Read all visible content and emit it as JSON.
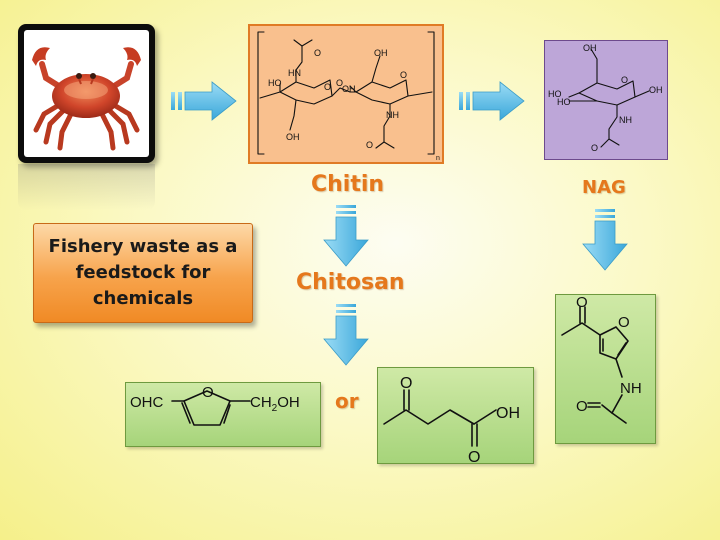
{
  "labels": {
    "chitin": "Chitin",
    "chitosan": "Chitosan",
    "nag": "NAG",
    "or": "or",
    "fishery": "Fishery waste as a feedstock for chemicals"
  },
  "chitin_structure": {
    "repeat_subscript": "n",
    "atoms": [
      "O",
      "HN",
      "OH",
      "HO",
      "O",
      "O",
      "O",
      "OH",
      "NH",
      "O",
      "OH"
    ]
  },
  "nag_structure": {
    "atoms": [
      "OH",
      "O",
      "HO",
      "HO",
      "OH",
      "NH",
      "O"
    ]
  },
  "hmf_structure": {
    "left_group": "OHC",
    "ring_oxygen": "O",
    "right_group": "CH2OH"
  },
  "levulinic_structure": {
    "ketone_oxygen": "O",
    "hydroxyl": "OH",
    "acid_oxygen": "O"
  },
  "furan_amide_structure": {
    "ketone_oxygen": "O",
    "ring_oxygen": "O",
    "amide_nh": "NH",
    "amide_oxygen": "O"
  },
  "colors": {
    "arrow": "#4fb8e6",
    "label_orange": "#e5781c",
    "chitin_box": "#f9c08e",
    "nag_box": "#bda6d8",
    "green_box": "#b7dd8d"
  }
}
